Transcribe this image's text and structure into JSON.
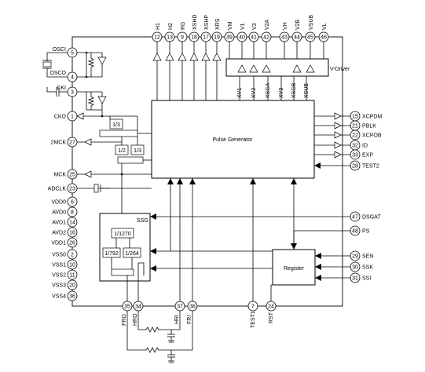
{
  "top_pins": [
    {
      "label": "H1",
      "number": "12"
    },
    {
      "label": "H2",
      "number": "13"
    },
    {
      "label": "RG",
      "number": "9"
    },
    {
      "label": "XSHD",
      "number": "18"
    },
    {
      "label": "XSHP",
      "number": "17"
    },
    {
      "label": "XRS",
      "number": "19"
    },
    {
      "label": "VM",
      "number": "39"
    },
    {
      "label": "V1",
      "number": "40"
    },
    {
      "label": "V3",
      "number": "41"
    },
    {
      "label": "V2A",
      "number": "42"
    },
    {
      "label": "VH",
      "number": "43"
    },
    {
      "label": "V2B",
      "number": "44"
    },
    {
      "label": "VSUB",
      "number": "45"
    },
    {
      "label": "VL",
      "number": "46"
    }
  ],
  "left_pins": [
    {
      "label": "OSCI",
      "number": "5"
    },
    {
      "label": "OSCO",
      "number": "4"
    },
    {
      "label": "CKI",
      "number": "3"
    },
    {
      "label": "CKO",
      "number": "1"
    },
    {
      "label": "2MCK",
      "number": "27"
    },
    {
      "label": "MCK",
      "number": "25"
    },
    {
      "label": "ADCLK",
      "number": "23"
    },
    {
      "label": "VDD0",
      "number": "6"
    },
    {
      "label": "AVD0",
      "number": "8"
    },
    {
      "label": "AVD1",
      "number": "14"
    },
    {
      "label": "AVD2",
      "number": "16"
    },
    {
      "label": "VDD1",
      "number": "26"
    },
    {
      "label": "VSS0",
      "number": "2"
    },
    {
      "label": "VSS1",
      "number": "10"
    },
    {
      "label": "VSS2",
      "number": "11"
    },
    {
      "label": "VSS3",
      "number": "20"
    },
    {
      "label": "VSS4",
      "number": "36"
    }
  ],
  "right_pins": [
    {
      "label": "XCPDM",
      "number": "15"
    },
    {
      "label": "PBLK",
      "number": "21"
    },
    {
      "label": "XCPOB",
      "number": "22"
    },
    {
      "label": "ID",
      "number": "32"
    },
    {
      "label": "EXP",
      "number": "33"
    },
    {
      "label": "TEST2",
      "number": "28"
    },
    {
      "label": "DSGAT",
      "number": "47"
    },
    {
      "label": "PS",
      "number": "48"
    },
    {
      "label": "SEN",
      "number": "29"
    },
    {
      "label": "SSK",
      "number": "30"
    },
    {
      "label": "SSI",
      "number": "31"
    }
  ],
  "bottom_pins": [
    {
      "label": "FRO",
      "number": "35"
    },
    {
      "label": "HRO",
      "number": "34"
    },
    {
      "label": "HRI",
      "number": "37"
    },
    {
      "label": "FRI",
      "number": "38"
    },
    {
      "label": "TEST1",
      "number": "7"
    },
    {
      "label": "RST",
      "number": "24"
    }
  ],
  "blocks": {
    "pulse_generator": "Pulse Generator",
    "v_driver": "V-Driver",
    "register": "Register",
    "ssg": "SSG"
  },
  "dividers": {
    "div_1_3_top": "1/3",
    "div_1_2": "1/2",
    "div_1_3_mid": "1/3",
    "div_1_1270": "1/1270",
    "div_1_792": "1/792",
    "div_1_264": "1/264"
  },
  "vdriver_inputs": [
    "XV1",
    "XV2",
    "XSGA",
    "XV3",
    "XSGB",
    "XSUB"
  ]
}
